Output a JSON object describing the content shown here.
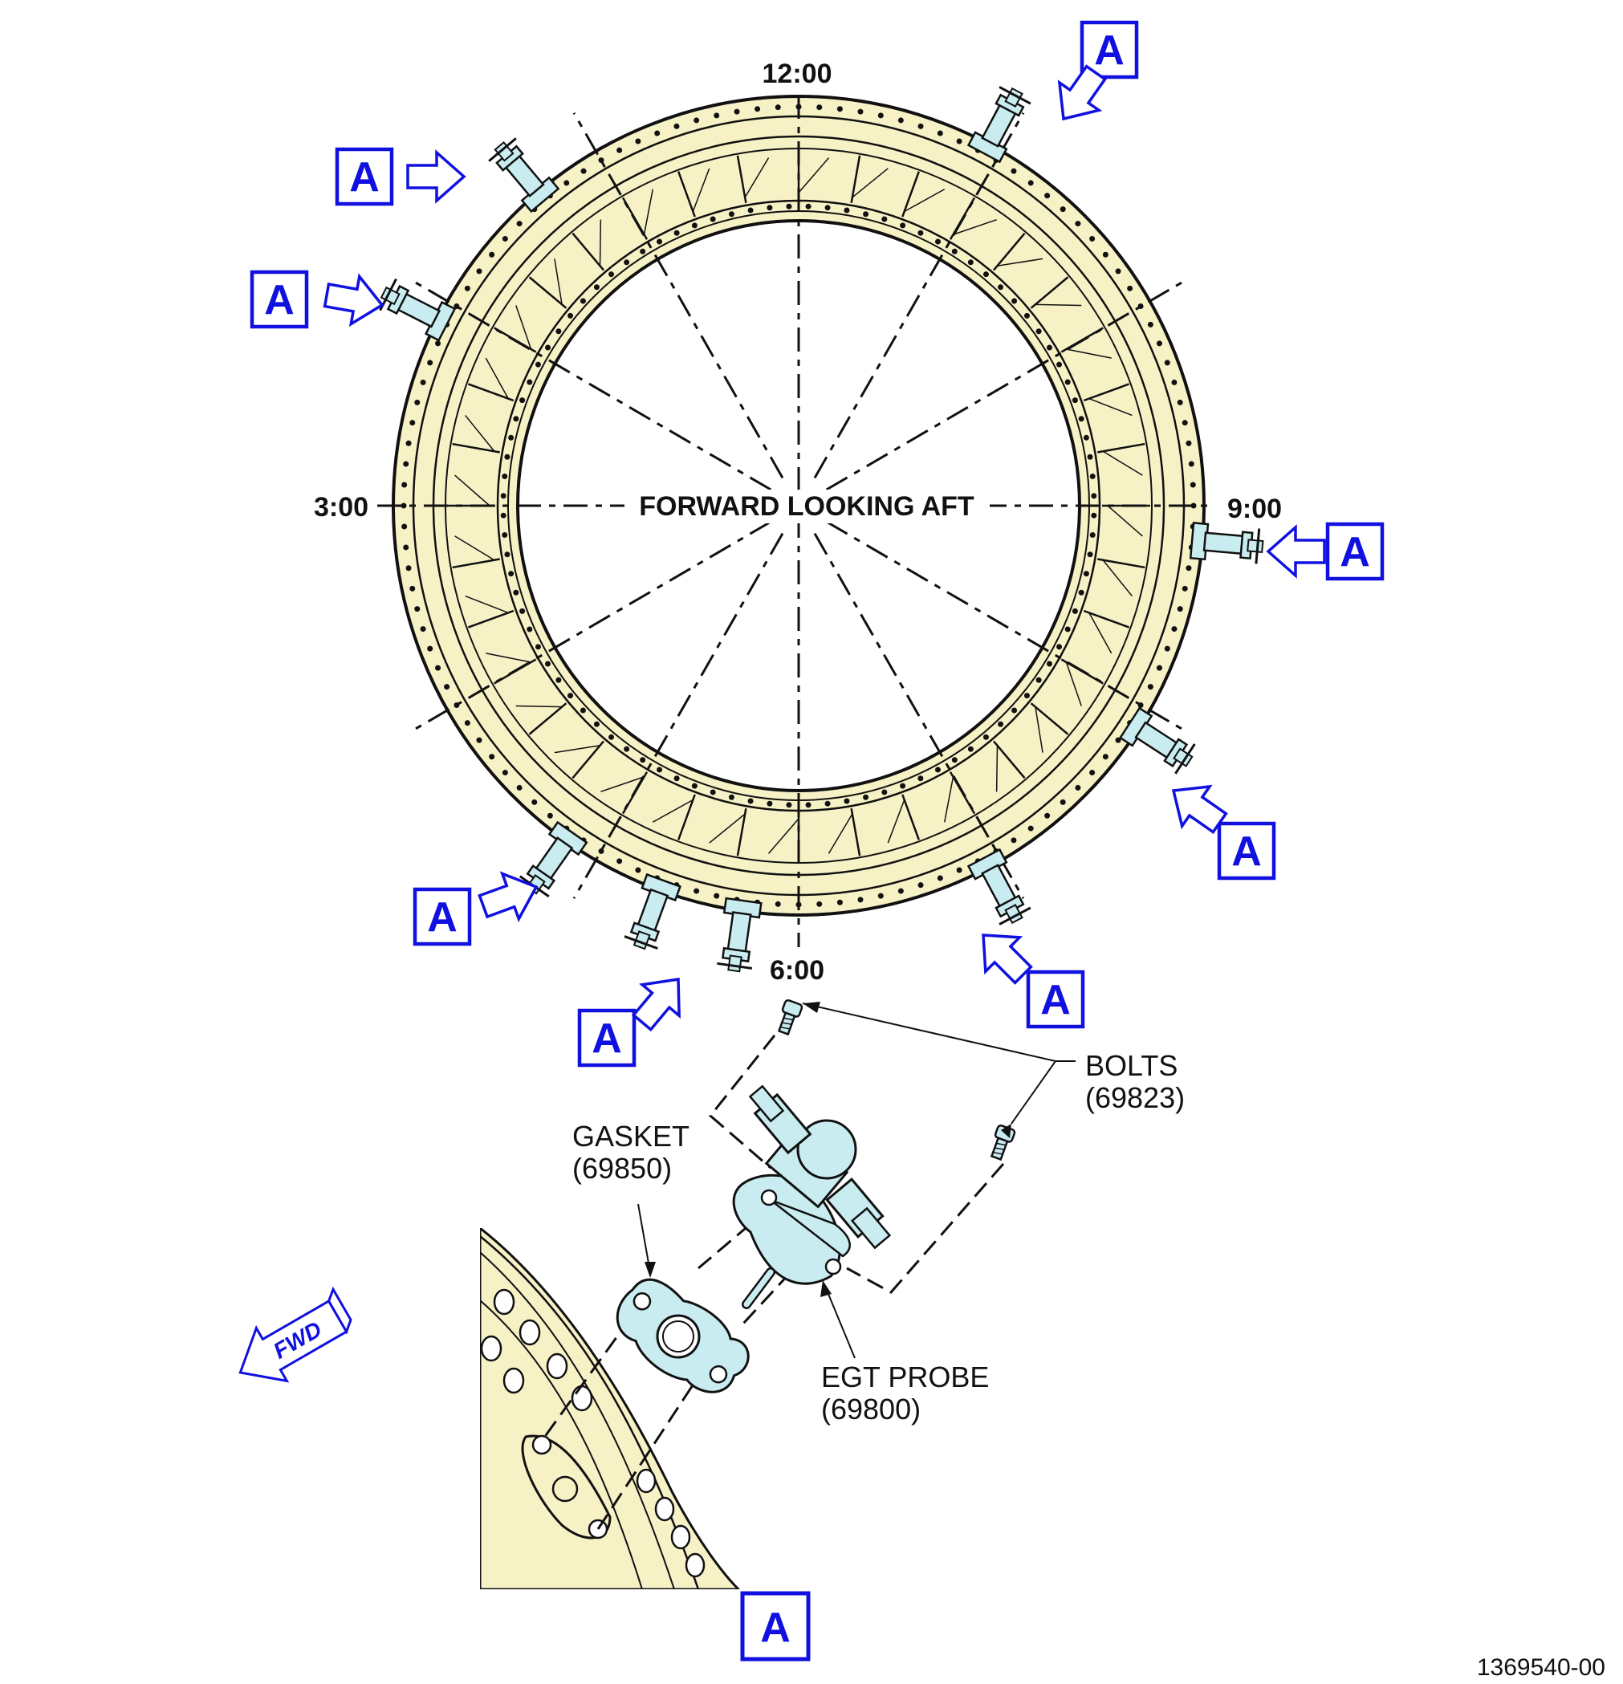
{
  "colors": {
    "case_fill": "#f7f1c6",
    "probe_fill": "#c9ecf1",
    "callout_blue": "#1010e0",
    "line": "#111111"
  },
  "diagram": {
    "view_title": "FORWARD LOOKING AFT",
    "clock_positions": {
      "twelve": "12:00",
      "three": "3:00",
      "six": "6:00",
      "nine": "9:00"
    },
    "view_marker": "A",
    "fwd_arrow_label": "FWD",
    "figure_number": "1369540-00",
    "callouts": {
      "bolts": {
        "name": "BOLTS",
        "part": "(69823)"
      },
      "gasket": {
        "name": "GASKET",
        "part": "(69850)"
      },
      "egt_probe": {
        "name": "EGT PROBE",
        "part": "(69800)"
      }
    }
  }
}
